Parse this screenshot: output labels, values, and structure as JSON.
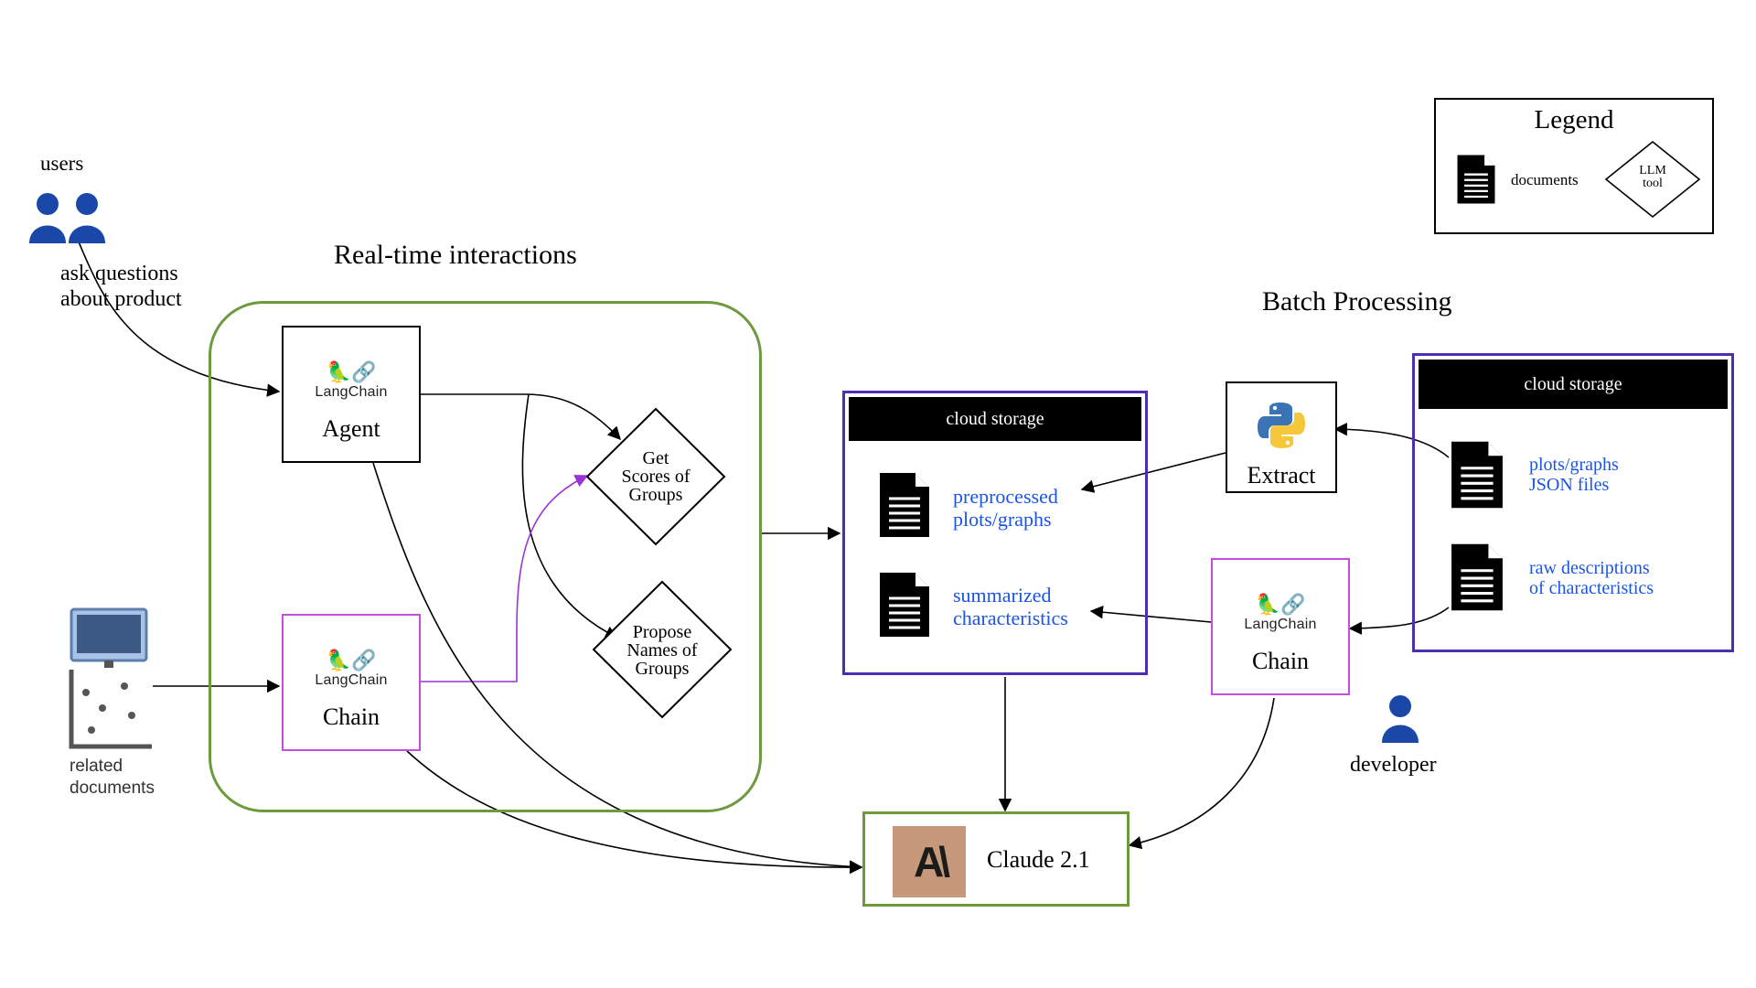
{
  "titles": {
    "realtime": "Real-time interactions",
    "batch": "Batch Processing"
  },
  "legend": {
    "title": "Legend",
    "documents_label": "documents",
    "llm_tool_label": "LLM\ntool"
  },
  "users": {
    "label": "users",
    "action_line1": "ask questions",
    "action_line2": "about product"
  },
  "related_documents": {
    "label_line1": "related",
    "label_line2": "documents"
  },
  "agent": {
    "logo_text": "LangChain",
    "label": "Agent"
  },
  "realtime_chain": {
    "logo_text": "LangChain",
    "label": "Chain"
  },
  "tools": {
    "get_scores": "Get\nScores of\nGroups",
    "propose_names": "Propose\nNames of\nGroups"
  },
  "cloud_storage_middle": {
    "header": "cloud storage",
    "doc1": "preprocessed\nplots/graphs",
    "doc2": "summarized\ncharacteristics"
  },
  "extract": {
    "label": "Extract"
  },
  "batch_chain": {
    "logo_text": "LangChain",
    "label": "Chain"
  },
  "cloud_storage_right": {
    "header": "cloud storage",
    "doc1": "plots/graphs\nJSON files",
    "doc2": "raw descriptions\nof characteristics"
  },
  "developer": {
    "label": "developer"
  },
  "claude": {
    "label": "Claude 2.1",
    "logo_text": "A\\"
  },
  "colors": {
    "green": "#6e9a3e",
    "purple": "#4b2fb0",
    "violet": "#c24ee0",
    "blue_text": "#1a55e6",
    "user_blue": "#1a47a8",
    "claude_bg": "#c7987a"
  }
}
